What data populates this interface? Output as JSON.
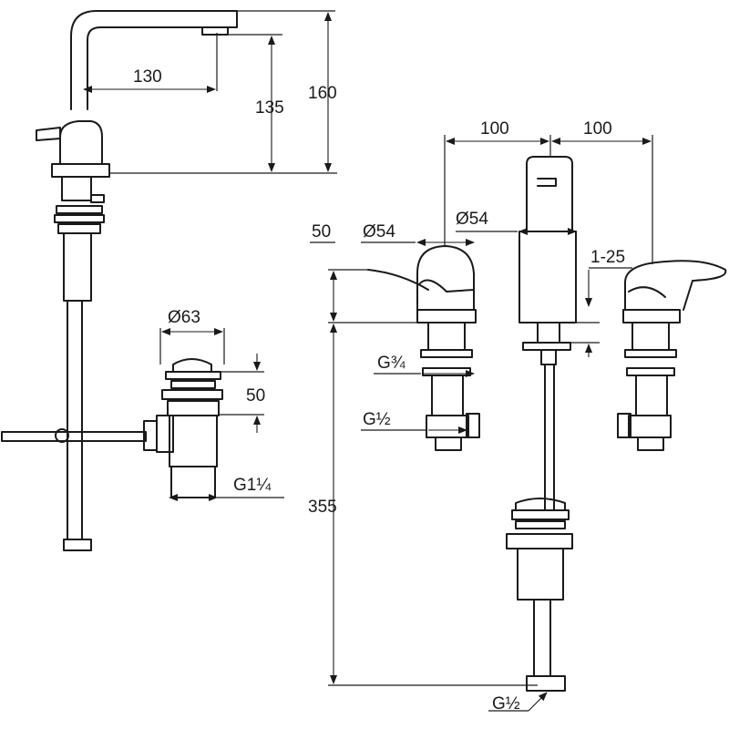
{
  "left_mixer": {
    "spout_reach": "130",
    "spout_height": "135",
    "overall_height": "160"
  },
  "left_waste": {
    "diameter": "Ø63",
    "height": "50",
    "thread": "G1¼"
  },
  "three_hole": {
    "centre_left": "100",
    "centre_right": "100",
    "handle_height": "50",
    "handle_diameter": "Ø54",
    "spout_diameter": "Ø54",
    "deck_thickness": "1-25",
    "valve_thread": "G¾",
    "inlet_thread": "G½",
    "length": "355",
    "outlet_thread": "G½"
  }
}
